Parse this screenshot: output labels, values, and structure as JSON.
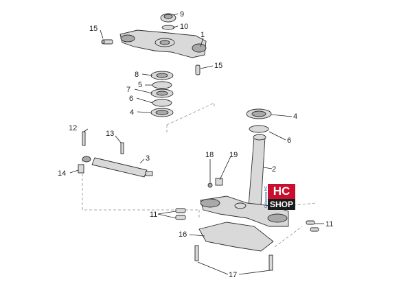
{
  "callouts": {
    "c1": "1",
    "c2": "2",
    "c3": "3",
    "c4a": "4",
    "c4b": "4",
    "c5": "5",
    "c6a": "6",
    "c6b": "6",
    "c7": "7",
    "c8": "8",
    "c9": "9",
    "c10": "10",
    "c11a": "11",
    "c11b": "11",
    "c12": "12",
    "c13": "13",
    "c14": "14",
    "c15a": "15",
    "c15b": "15",
    "c16": "16",
    "c17": "17",
    "c18": "18",
    "c19": "19"
  },
  "logo": {
    "line1": "HC",
    "line2": "SHOP",
    "tag": "Collezione HC"
  }
}
